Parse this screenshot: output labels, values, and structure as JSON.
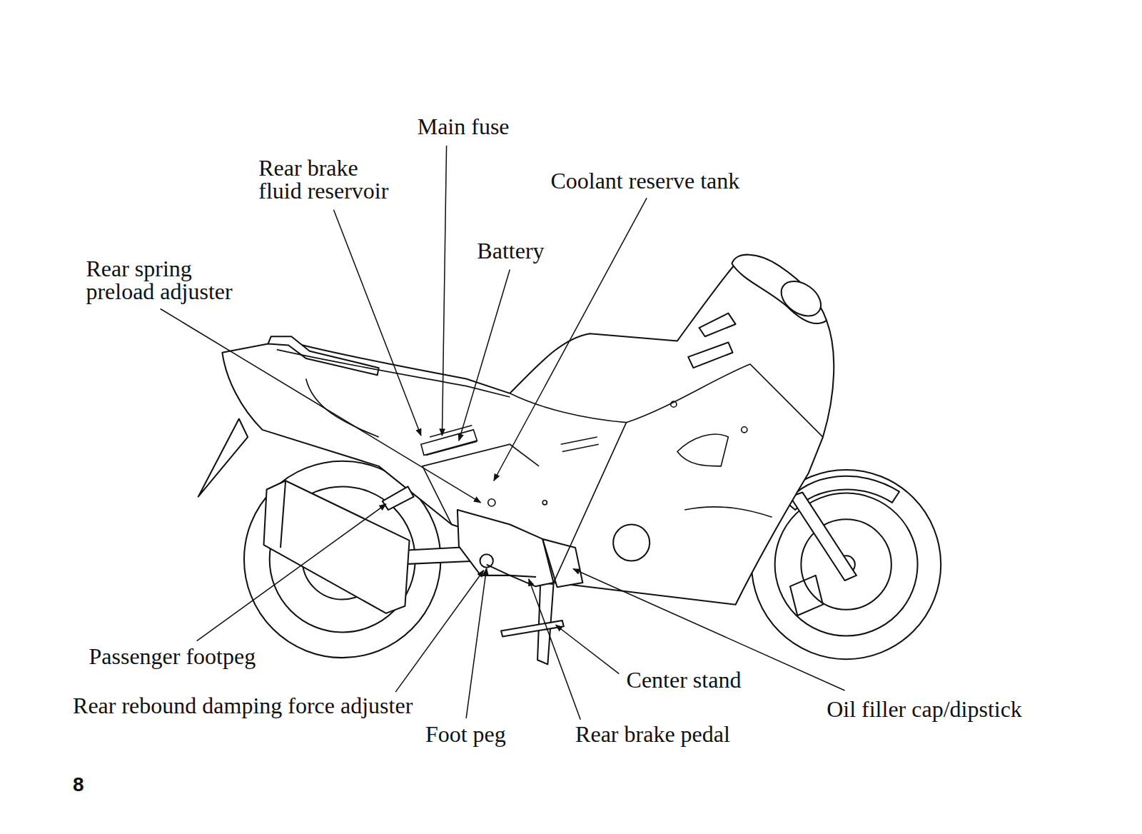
{
  "diagram": {
    "labels": [
      "Main fuse",
      "Rear brake fluid reservoir",
      "Coolant reserve tank",
      "Battery",
      "Rear spring preload adjuster",
      "Passenger footpeg",
      "Rear rebound damping force adjuster",
      "Foot peg",
      "Rear brake pedal",
      "Center stand",
      "Oil filler cap/dipstick",
      "8"
    ]
  }
}
